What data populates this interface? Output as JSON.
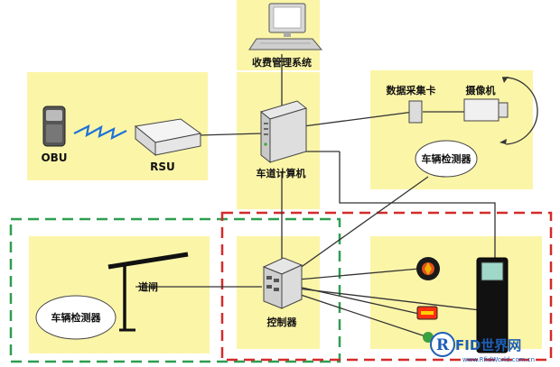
{
  "labels": {
    "management_system": "收费管理系统",
    "data_card": "数据采集卡",
    "camera": "摄像机",
    "obu": "OBU",
    "rsu": "RSU",
    "lane_computer": "车道计算机",
    "vehicle_detector_top": "车辆检测器",
    "barrier_gate": "道闸",
    "vehicle_detector_left": "车辆检测器",
    "controller": "控制器",
    "watermark_letter": "R",
    "watermark_text": "FID世界网",
    "watermark_url": "www.RfidWorld.com.cn"
  },
  "colors": {
    "zone_fill": "#fbf5a8",
    "green_dash": "#2e9e50",
    "red_dash": "#d42a2a",
    "line": "#333333"
  },
  "icons": [
    "computer-monitor-icon",
    "obu-device-icon",
    "rsu-antenna-icon",
    "server-tower-icon",
    "data-card-icon",
    "camera-icon",
    "controller-box-icon",
    "barrier-gate-icon",
    "traffic-light-icon",
    "warning-sign-icon",
    "display-panel-icon"
  ]
}
